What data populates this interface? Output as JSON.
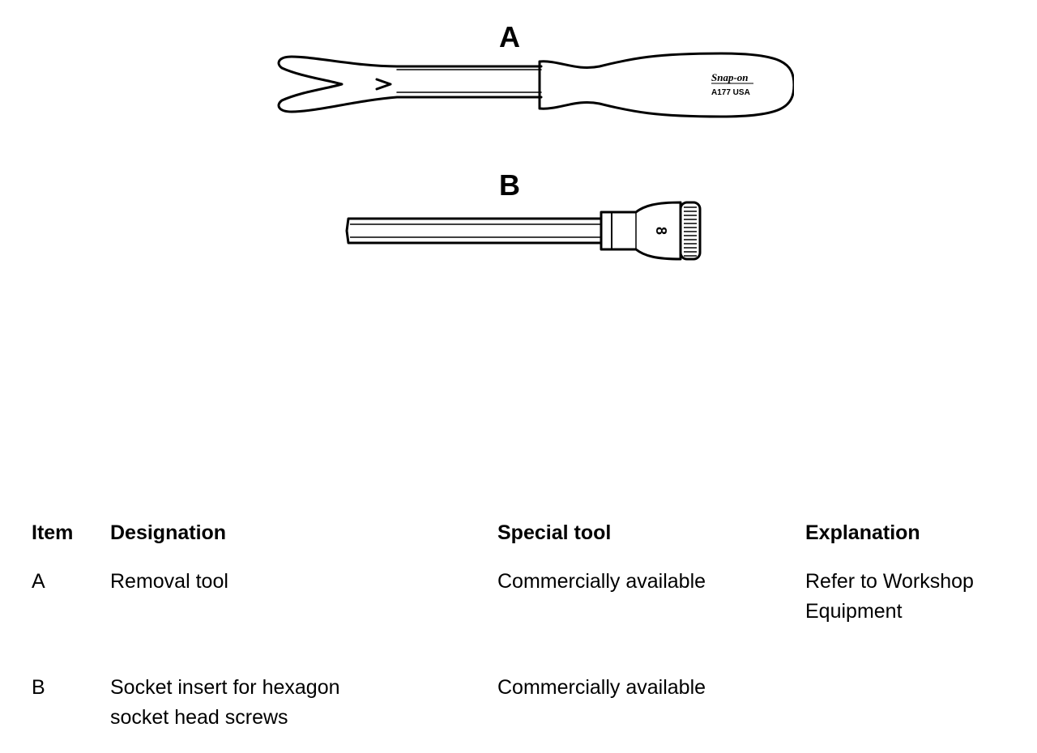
{
  "figures": {
    "label_a": "A",
    "label_b": "B",
    "tool_a_brand": "Snap-on",
    "tool_a_part": "A177 USA",
    "tool_b_size": "8"
  },
  "table": {
    "headers": {
      "item": "Item",
      "designation": "Designation",
      "special_tool": "Special tool",
      "explanation": "Explanation"
    },
    "rows": [
      {
        "item": "A",
        "designation": "Removal tool",
        "special_tool": "Commercially available",
        "explanation": "Refer to Workshop\nEquipment"
      },
      {
        "item": "B",
        "designation": "Socket insert for hexagon\nsocket head screws",
        "special_tool": "Commercially available",
        "explanation": ""
      }
    ]
  }
}
